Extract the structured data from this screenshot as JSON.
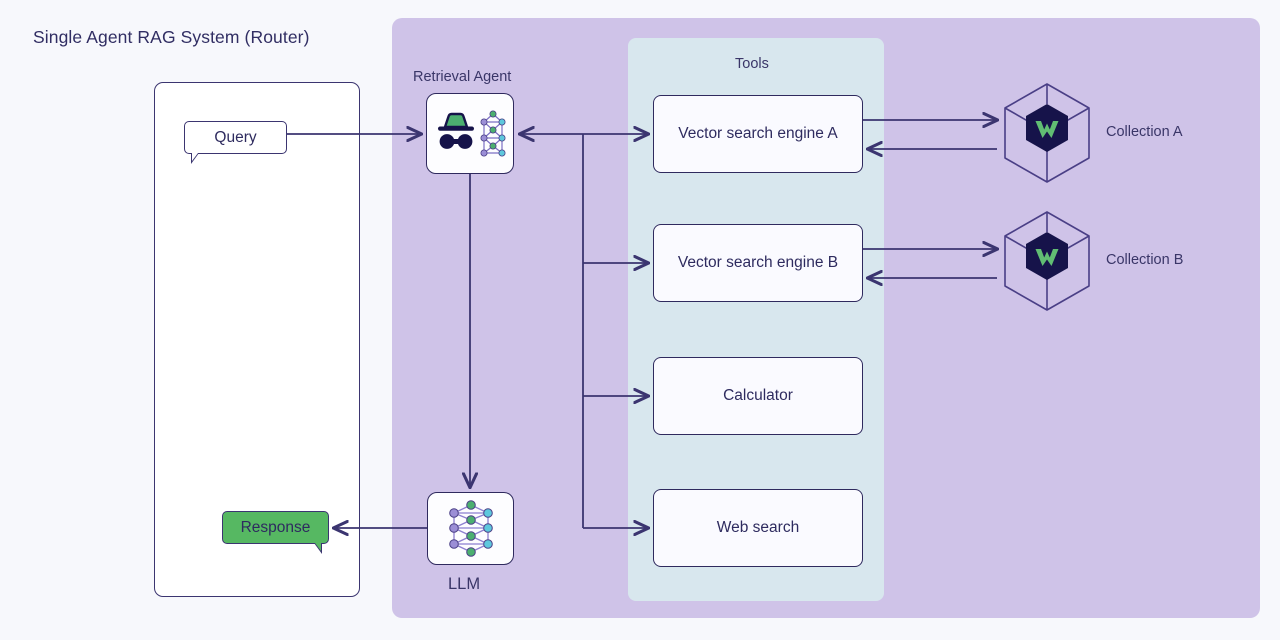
{
  "title": "Single Agent RAG System (Router)",
  "colors": {
    "background": "#f7f8fc",
    "agent_panel": "#cfc3e8",
    "tools_panel": "#d8e7ee",
    "stroke": "#3b3570",
    "text": "#2e2b5f",
    "response_green": "#56b862",
    "weaviate_dark": "#16134a",
    "weaviate_green": "#61bd73",
    "node_purple": "#9b8ed6",
    "node_green": "#4caf70",
    "node_cyan": "#5ec8dd"
  },
  "left_column": {
    "query_bubble": {
      "label": "Query",
      "icon": "speech-bubble-icon"
    },
    "response_bubble": {
      "label": "Response",
      "icon": "speech-bubble-icon"
    }
  },
  "agent_panel": {
    "label": "Retrieval Agent",
    "agent_icon": "incognito-agent-icon",
    "llm": {
      "label": "LLM",
      "icon": "neural-network-icon"
    }
  },
  "tools_panel": {
    "label": "Tools",
    "items": [
      {
        "label": "Vector search engine A"
      },
      {
        "label": "Vector search engine B"
      },
      {
        "label": "Calculator"
      },
      {
        "label": "Web search"
      }
    ]
  },
  "collections": [
    {
      "label": "Collection A",
      "icon": "weaviate-cube-icon"
    },
    {
      "label": "Collection B",
      "icon": "weaviate-cube-icon"
    }
  ],
  "connections": [
    {
      "from": "query-bubble",
      "to": "retrieval-agent",
      "direction": "right"
    },
    {
      "from": "retrieval-agent",
      "to": "tool-bus",
      "direction": "left"
    },
    {
      "from": "tool-bus",
      "to": "vector-search-engine-a",
      "direction": "right"
    },
    {
      "from": "tool-bus",
      "to": "vector-search-engine-b",
      "direction": "right"
    },
    {
      "from": "tool-bus",
      "to": "calculator",
      "direction": "right"
    },
    {
      "from": "tool-bus",
      "to": "web-search",
      "direction": "right"
    },
    {
      "from": "vector-search-engine-a",
      "to": "collection-a",
      "direction": "right"
    },
    {
      "from": "collection-a",
      "to": "vector-search-engine-a",
      "direction": "left"
    },
    {
      "from": "vector-search-engine-b",
      "to": "collection-b",
      "direction": "right"
    },
    {
      "from": "collection-b",
      "to": "vector-search-engine-b",
      "direction": "left"
    },
    {
      "from": "retrieval-agent",
      "to": "llm",
      "direction": "down"
    },
    {
      "from": "llm",
      "to": "response-bubble",
      "direction": "left"
    }
  ]
}
